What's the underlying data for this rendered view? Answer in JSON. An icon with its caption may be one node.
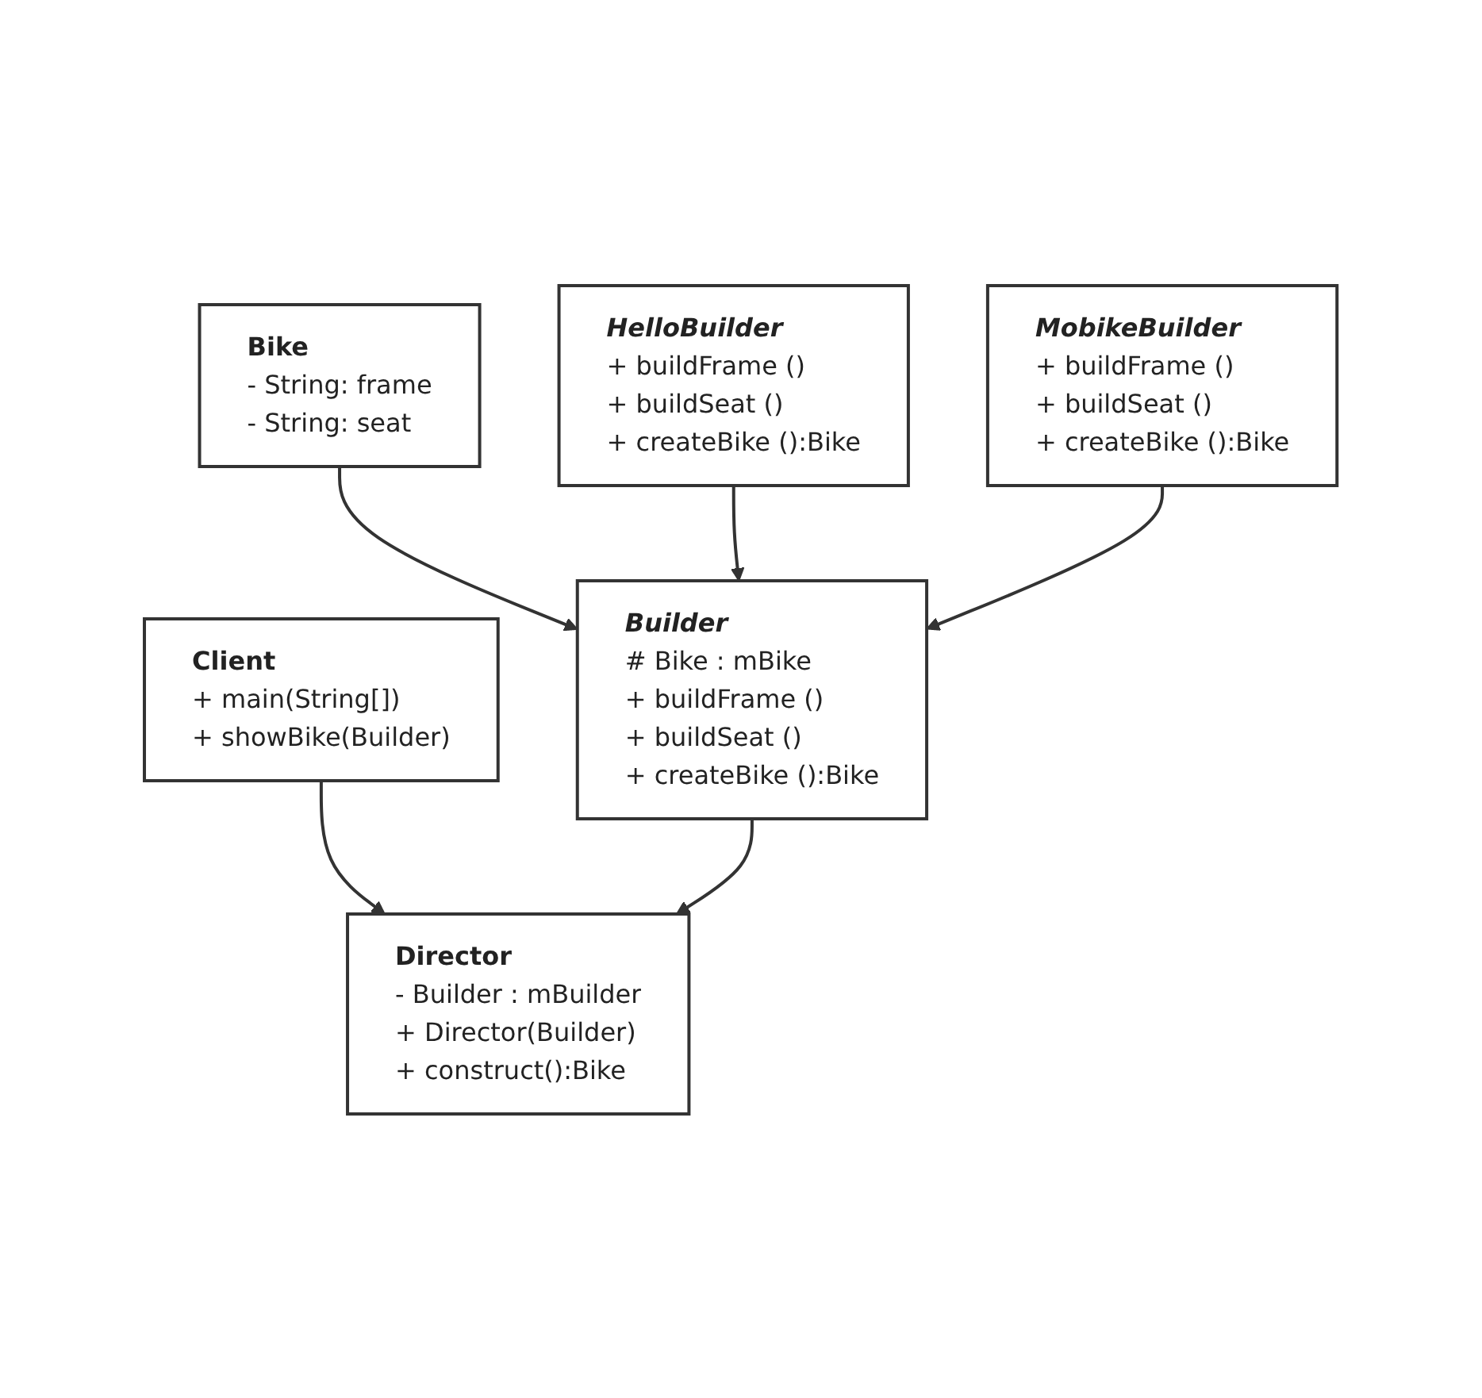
{
  "diagram": {
    "nodes": [
      {
        "text": [
          "Client",
          "+ main(String[])",
          "+ showBike(Builder)"
        ]
      },
      {
        "text": [
          "Director",
          "- Builder : mBuilder",
          "+ Director(Builder)",
          "+ construct():Bike"
        ]
      },
      {
        "text": [
          "Bike",
          "- String: frame",
          "- String: seat"
        ]
      },
      {
        "text": [
          "Builder",
          "# Bike : mBike",
          "+ buildFrame ()",
          "+ buildSeat ()",
          "+ createBike ():Bike"
        ]
      },
      {
        "text": [
          "HelloBuilder",
          "+ buildFrame ()",
          "+ buildSeat ()",
          "+ createBike ():Bike"
        ]
      },
      {
        "text": [
          "MobikeBuilder",
          "+ buildFrame ()",
          "+ buildSeat ()",
          "+ createBike ():Bike"
        ]
      }
    ],
    "edges": [
      {
        "from": 0,
        "to": 1,
        "arrow": "to"
      },
      {
        "from": 3,
        "to": 1,
        "arrow": "to"
      },
      {
        "from": 2,
        "to": 3,
        "arrow": "to"
      },
      {
        "from": 4,
        "to": 3,
        "arrow": "to"
      },
      {
        "from": 5,
        "to": 3,
        "arrow": "to"
      }
    ]
  }
}
